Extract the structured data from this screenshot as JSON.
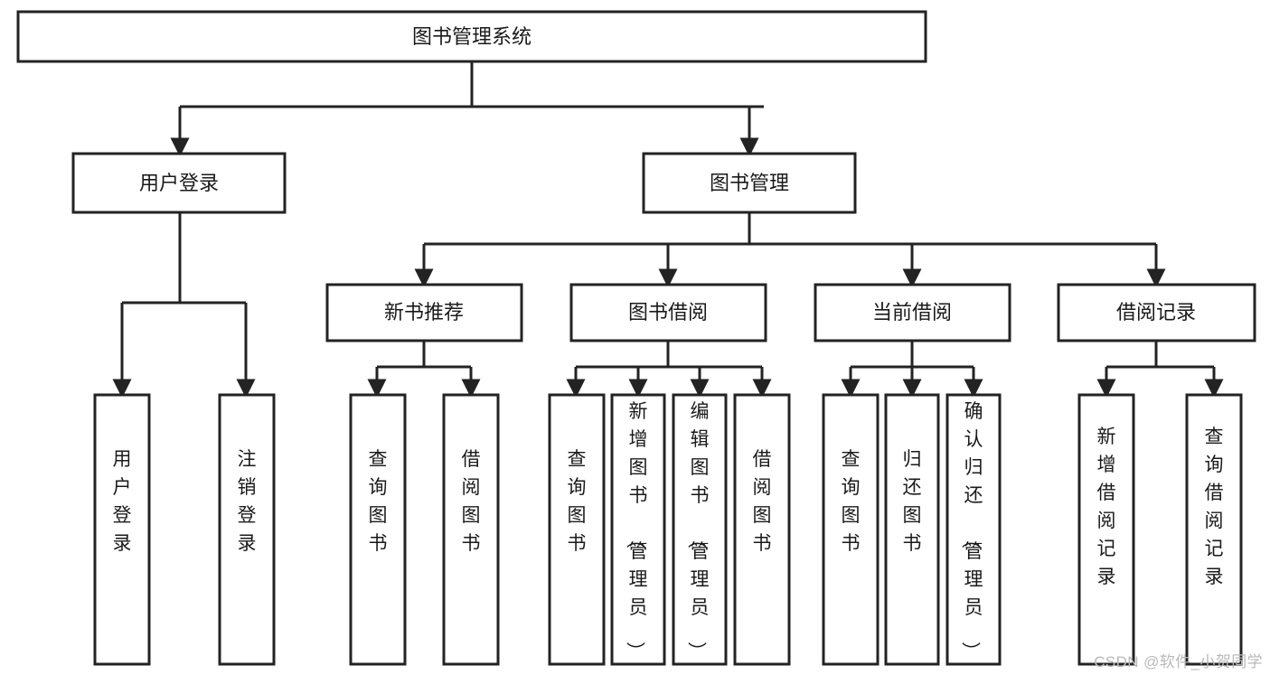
{
  "diagram": {
    "type": "tree-hierarchy-flowchart",
    "title": "图书管理系统",
    "watermark": "CSDN @软件_小贺同学",
    "colors": {
      "background": "#ffffff",
      "box_fill": "#ffffff",
      "box_stroke": "#232323",
      "text": "#1a1a1a",
      "watermark": "#b9b9b9"
    },
    "levels": [
      {
        "level": 0,
        "nodes": [
          {
            "id": "root",
            "label": "图书管理系统",
            "orientation": "horizontal"
          }
        ]
      },
      {
        "level": 1,
        "nodes": [
          {
            "id": "login",
            "label": "用户登录",
            "orientation": "horizontal",
            "parent": "root"
          },
          {
            "id": "bookmgr",
            "label": "图书管理",
            "orientation": "horizontal",
            "parent": "root"
          }
        ]
      },
      {
        "level": 2,
        "nodes": [
          {
            "id": "newbook",
            "label": "新书推荐",
            "orientation": "horizontal",
            "parent": "bookmgr"
          },
          {
            "id": "borrow",
            "label": "图书借阅",
            "orientation": "horizontal",
            "parent": "bookmgr"
          },
          {
            "id": "current",
            "label": "当前借阅",
            "orientation": "horizontal",
            "parent": "bookmgr"
          },
          {
            "id": "records",
            "label": "借阅记录",
            "orientation": "horizontal",
            "parent": "bookmgr"
          }
        ]
      },
      {
        "level": 3,
        "nodes": [
          {
            "id": "leaf1",
            "label": "用户登录",
            "orientation": "vertical",
            "parent": "login"
          },
          {
            "id": "leaf2",
            "label": "注销登录",
            "orientation": "vertical",
            "parent": "login"
          },
          {
            "id": "leaf3",
            "label": "查询图书",
            "orientation": "vertical",
            "parent": "newbook"
          },
          {
            "id": "leaf4",
            "label": "借阅图书",
            "orientation": "vertical",
            "parent": "newbook"
          },
          {
            "id": "leaf5",
            "label": "查询图书",
            "orientation": "vertical",
            "parent": "borrow"
          },
          {
            "id": "leaf6",
            "label": "新增图书（管理员）",
            "orientation": "vertical",
            "parent": "borrow"
          },
          {
            "id": "leaf7",
            "label": "编辑图书（管理员）",
            "orientation": "vertical",
            "parent": "borrow"
          },
          {
            "id": "leaf8",
            "label": "借阅图书",
            "orientation": "vertical",
            "parent": "borrow"
          },
          {
            "id": "leaf9",
            "label": "查询图书",
            "orientation": "vertical",
            "parent": "current"
          },
          {
            "id": "leaf10",
            "label": "归还图书",
            "orientation": "vertical",
            "parent": "current"
          },
          {
            "id": "leaf11",
            "label": "确认归还（管理员）",
            "orientation": "vertical",
            "parent": "current"
          },
          {
            "id": "leaf12",
            "label": "新增借阅记录",
            "orientation": "vertical",
            "parent": "records"
          },
          {
            "id": "leaf13",
            "label": "查询借阅记录",
            "orientation": "vertical",
            "parent": "records"
          }
        ]
      }
    ]
  },
  "labels": {
    "root": "图书管理系统",
    "login": "用户登录",
    "bookmgr": "图书管理",
    "newbook": "新书推荐",
    "borrow": "图书借阅",
    "current": "当前借阅",
    "records": "借阅记录",
    "leaf1": "用户登录",
    "leaf2": "注销登录",
    "leaf3": "查询图书",
    "leaf4": "借阅图书",
    "leaf5": "查询图书",
    "leaf6": "新增图书（管理员）",
    "leaf7": "编辑图书（管理员）",
    "leaf8": "借阅图书",
    "leaf9": "查询图书",
    "leaf10": "归还图书",
    "leaf11": "确认归还（管理员）",
    "leaf12": "新增借阅记录",
    "leaf13": "查询借阅记录"
  },
  "watermark": "CSDN @软件_小贺同学"
}
